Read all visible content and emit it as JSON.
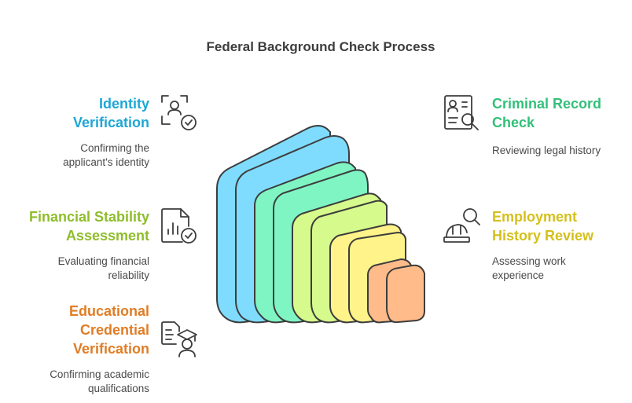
{
  "title": "Federal Background Check Process",
  "colors": {
    "blue": "#1ea7d6",
    "green": "#33c07a",
    "lime": "#8fbd2c",
    "yellow": "#d4c01c",
    "orange": "#e07d25",
    "blue_fill": "#7fdcff",
    "green_fill": "#7ff5c4",
    "lime_fill": "#d6fa8c",
    "yellow_fill": "#fff38a",
    "orange_fill": "#ffbb8a"
  },
  "steps": [
    {
      "heading_line1": "Identity",
      "heading_line2": "Verification",
      "desc_line1": "Confirming the",
      "desc_line2": "applicant's identity",
      "icon": "id-scan-icon"
    },
    {
      "heading_line1": "Criminal Record",
      "heading_line2": "Check",
      "desc_line1": "Reviewing legal history",
      "desc_line2": "",
      "icon": "document-search-icon"
    },
    {
      "heading_line1": "Financial Stability",
      "heading_line2": "Assessment",
      "desc_line1": "Evaluating financial",
      "desc_line2": "reliability",
      "icon": "financial-report-icon"
    },
    {
      "heading_line1": "Employment",
      "heading_line2": "History Review",
      "desc_line1": "Assessing work",
      "desc_line2": "experience",
      "icon": "hardhat-search-icon"
    },
    {
      "heading_line1": "Educational",
      "heading_line2": "Credential",
      "heading_line3": "Verification",
      "desc_line1": "Confirming academic",
      "desc_line2": "qualifications",
      "icon": "graduate-document-icon"
    }
  ]
}
